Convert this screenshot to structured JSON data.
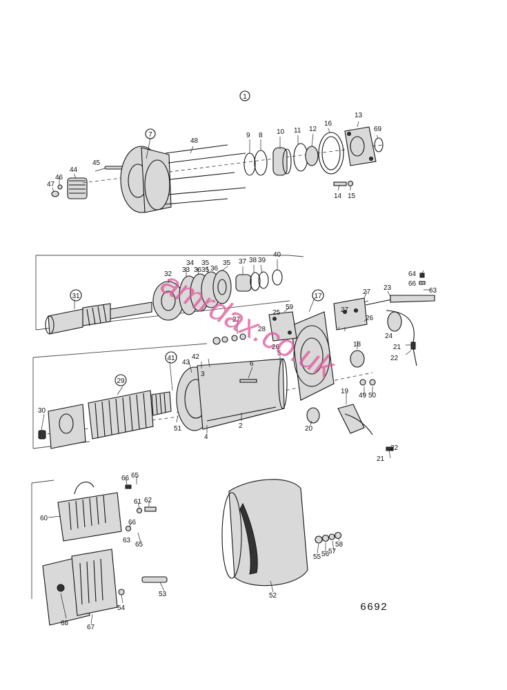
{
  "drawing_number": "6692",
  "watermark": "amrdax.co.uk",
  "circled_labels": [
    "1",
    "7",
    "17",
    "29",
    "31",
    "41"
  ],
  "labels": [
    "8",
    "9",
    "10",
    "11",
    "12",
    "13",
    "14",
    "15",
    "16",
    "44",
    "45",
    "46",
    "47",
    "48",
    "69",
    "32",
    "33",
    "34",
    "35",
    "35",
    "36",
    "36",
    "35",
    "37",
    "38",
    "39",
    "40",
    "2",
    "3",
    "4",
    "5",
    "6",
    "18",
    "19",
    "20",
    "21",
    "21",
    "22",
    "22",
    "23",
    "24",
    "25",
    "26",
    "26",
    "27",
    "27",
    "27",
    "28",
    "30",
    "42",
    "43",
    "49",
    "50",
    "51",
    "59",
    "63",
    "64",
    "66",
    "52",
    "53",
    "54",
    "55",
    "56",
    "57",
    "58",
    "60",
    "61",
    "62",
    "63",
    "65",
    "65",
    "66",
    "66",
    "67",
    "68"
  ]
}
